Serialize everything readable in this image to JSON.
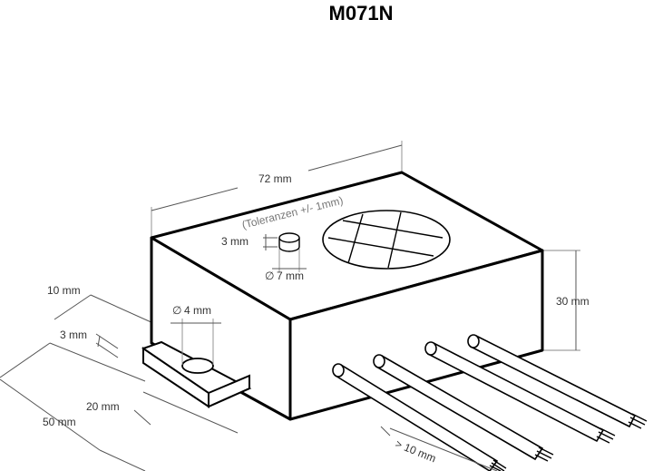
{
  "title": "M071N",
  "note": "(Toleranzen +/- 1mm)",
  "dimensions": {
    "length": "72 mm",
    "height": "30 mm",
    "lug_width": "10 mm",
    "lug_thickness": "3 mm",
    "lug_length": "20 mm",
    "width": "50 mm",
    "hole": "4 mm",
    "led_height": "3 mm",
    "led_diameter": "7 mm",
    "wire_length": "> 10 mm"
  },
  "symbols": {
    "diameter": "∅"
  }
}
